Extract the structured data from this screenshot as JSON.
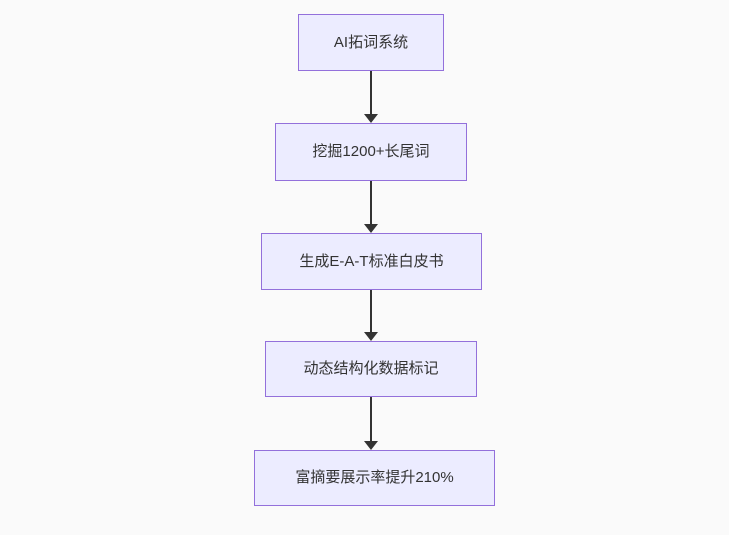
{
  "flowchart": {
    "type": "flowchart",
    "direction": "top-down",
    "nodes": [
      {
        "label": "AI拓词系统"
      },
      {
        "label": "挖掘1200+长尾词"
      },
      {
        "label": "生成E-A-T标准白皮书"
      },
      {
        "label": "动态结构化数据标记"
      },
      {
        "label": "富摘要展示率提升210%"
      }
    ],
    "edges": [
      {
        "from": "AI拓词系统",
        "to": "挖掘1200+长尾词"
      },
      {
        "from": "挖掘1200+长尾词",
        "to": "生成E-A-T标准白皮书"
      },
      {
        "from": "生成E-A-T标准白皮书",
        "to": "动态结构化数据标记"
      },
      {
        "from": "动态结构化数据标记",
        "to": "富摘要展示率提升210%"
      }
    ],
    "colors": {
      "background": "#fafafa",
      "node_fill": "#ECECFF",
      "node_border": "#9370DB",
      "node_text": "#333333",
      "arrow": "#333333"
    }
  }
}
